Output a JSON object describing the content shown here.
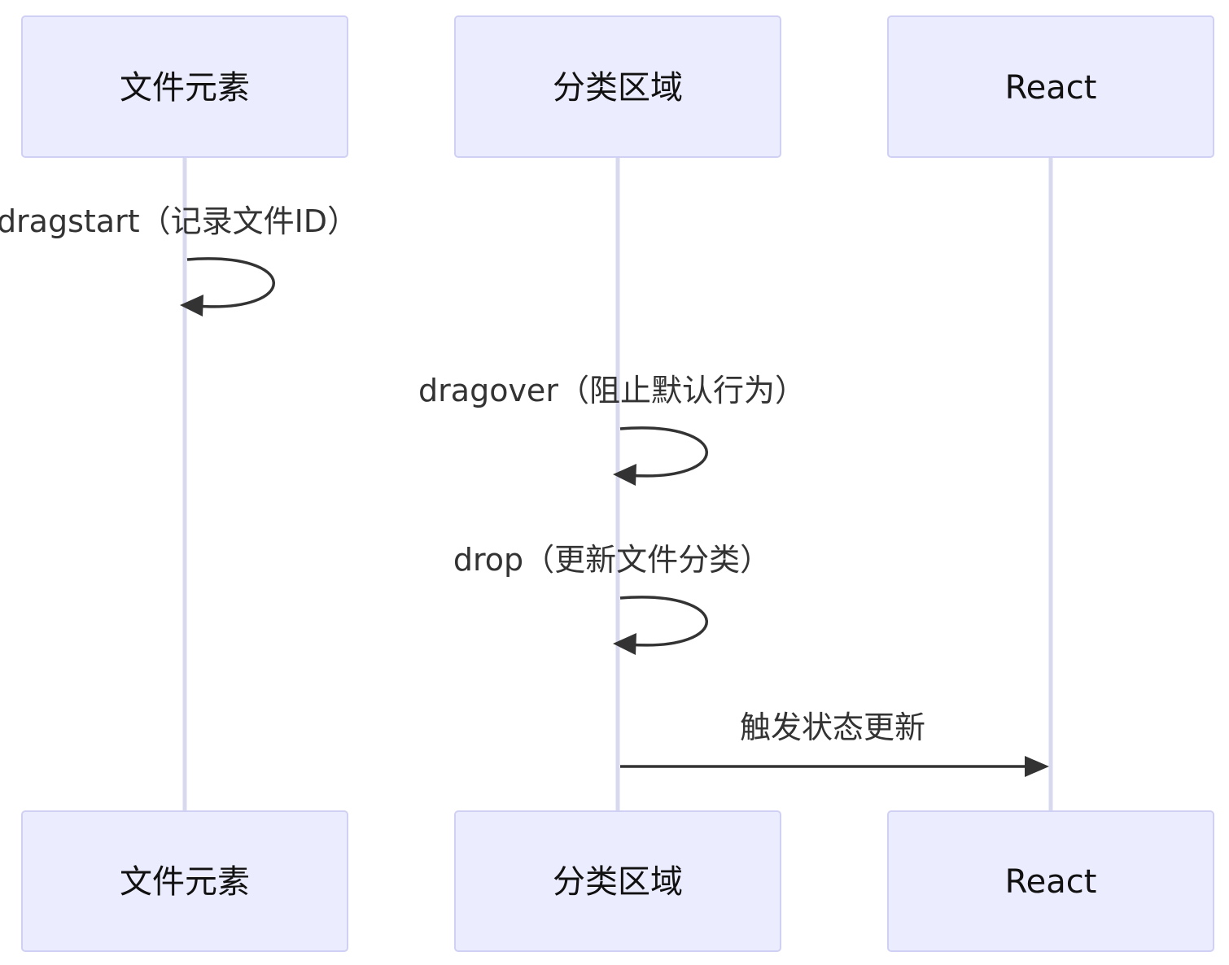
{
  "diagram": {
    "participants": [
      {
        "id": "file",
        "label": "文件元素"
      },
      {
        "id": "zone",
        "label": "分类区域"
      },
      {
        "id": "react",
        "label": "React"
      }
    ],
    "messages": [
      {
        "from": "file",
        "to": "file",
        "label": "dragstart（记录文件ID）"
      },
      {
        "from": "zone",
        "to": "zone",
        "label": "dragover（阻止默认行为）"
      },
      {
        "from": "zone",
        "to": "zone",
        "label": "drop（更新文件分类）"
      },
      {
        "from": "zone",
        "to": "react",
        "label": "触发状态更新"
      }
    ]
  },
  "colors": {
    "actor_fill": "#ececff",
    "actor_border": "#d0d0f4",
    "lifeline": "#d8d8ee",
    "arrow": "#333333"
  }
}
